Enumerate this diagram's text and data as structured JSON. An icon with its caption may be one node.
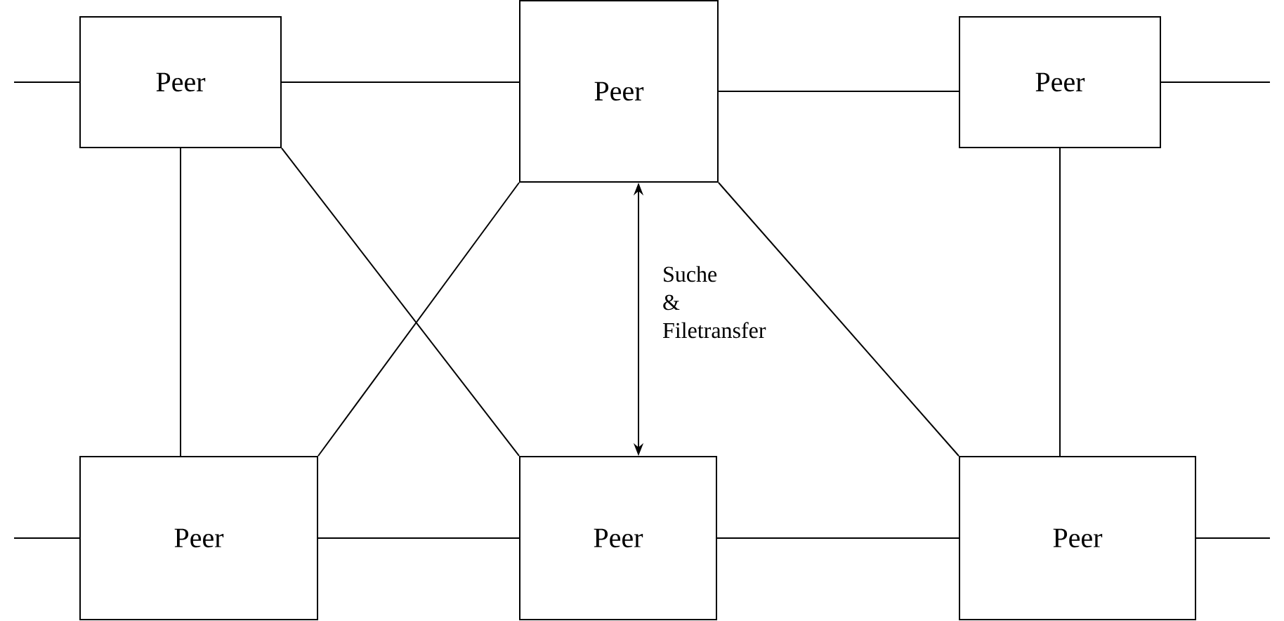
{
  "diagram": {
    "nodes": [
      {
        "text": [
          "Peer"
        ]
      },
      {
        "text": [
          "Peer"
        ]
      },
      {
        "text": [
          "Peer"
        ]
      },
      {
        "text": [
          "Peer"
        ]
      },
      {
        "text": [
          "Peer"
        ]
      },
      {
        "text": [
          "Peer"
        ]
      }
    ],
    "edges": [
      {
        "from": null,
        "to": 0,
        "arrow": "none"
      },
      {
        "from": 0,
        "to": 1,
        "arrow": "none"
      },
      {
        "from": 1,
        "to": 2,
        "arrow": "none"
      },
      {
        "from": 2,
        "to": null,
        "arrow": "none"
      },
      {
        "from": 0,
        "to": 3,
        "arrow": "none"
      },
      {
        "from": 0,
        "to": 4,
        "arrow": "none"
      },
      {
        "from": 1,
        "to": 3,
        "arrow": "none"
      },
      {
        "from": 1,
        "to": 4,
        "arrow": "both",
        "label": "Suche & Filetransfer"
      },
      {
        "from": 1,
        "to": 5,
        "arrow": "none"
      },
      {
        "from": 2,
        "to": 5,
        "arrow": "none"
      },
      {
        "from": null,
        "to": 3,
        "arrow": "none"
      },
      {
        "from": 3,
        "to": 4,
        "arrow": "none"
      },
      {
        "from": 4,
        "to": 5,
        "arrow": "none"
      },
      {
        "from": 5,
        "to": null,
        "arrow": "none"
      }
    ]
  }
}
